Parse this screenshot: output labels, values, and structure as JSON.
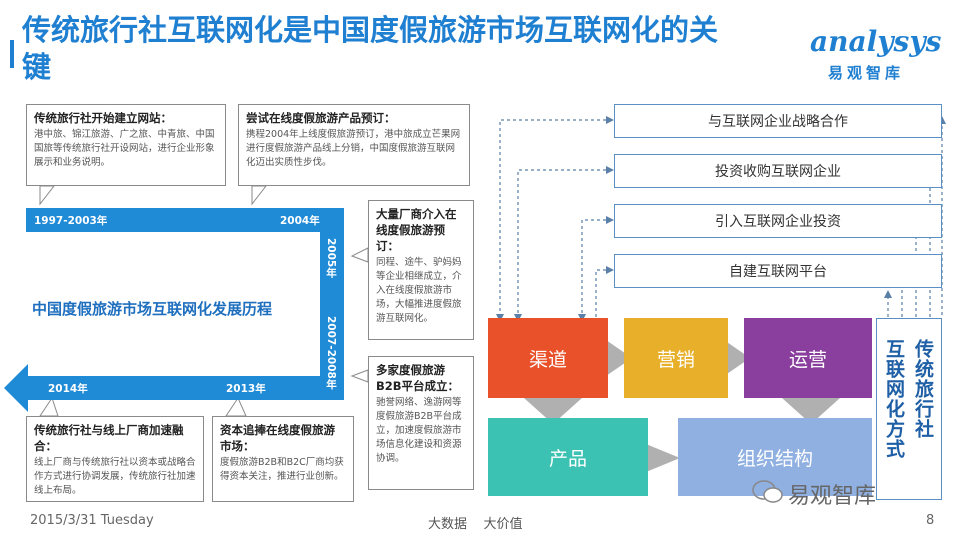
{
  "title": "传统旅行社互联网化是中国度假旅游市场互联网化的关键",
  "logo": {
    "word": "analysys",
    "cn": "易观智库"
  },
  "callouts": {
    "c1": {
      "head": "传统旅行社开始建立网站：",
      "body": "港中旅、锦江旅游、广之旅、中青旅、中国国旅等传统旅行社开设网站，进行企业形象展示和业务说明。"
    },
    "c2": {
      "head": "尝试在线度假旅游产品预订：",
      "body": "携程2004年上线度假旅游预订，港中旅成立芒果网进行度假旅游产品线上分销，中国度假旅游互联网化迈出实质性步伐。"
    },
    "c3": {
      "head": "大量厂商介入在线度假旅游预订：",
      "body": "同程、途牛、驴妈妈等企业相继成立，介入在线度假旅游市场，大幅推进度假旅游互联网化。"
    },
    "c4": {
      "head": "多家度假旅游B2B平台成立：",
      "body": "驰誉网络、逸游网等度假旅游B2B平台成立，加速度假旅游市场信息化建设和资源协调。"
    },
    "c5": {
      "head": "传统旅行社与线上厂商加速融合：",
      "body": "线上厂商与传统旅行社以资本或战略合作方式进行协调发展，传统旅行社加速线上布局。"
    },
    "c6": {
      "head": "资本追捧在线度假旅游市场：",
      "body": "度假旅游B2B和B2C厂商均获得资本关注，推进行业创新。"
    }
  },
  "timeline": {
    "center": "中国度假旅游市场互联网化发展历程",
    "y1": "1997-2003年",
    "y2": "2004年",
    "y3": "2005年",
    "y4": "2007-2008年",
    "y5": "2013年",
    "y6": "2014年"
  },
  "right_boxes": [
    "与互联网企业战略合作",
    "投资收购互联网企业",
    "引入互联网企业投资",
    "自建互联网平台"
  ],
  "flow": {
    "channel": "渠道",
    "marketing": "营销",
    "operation": "运营",
    "product": "产品",
    "organization": "组织结构"
  },
  "vertical_label": [
    "传统旅行社",
    "互联网化方式"
  ],
  "colors": {
    "channel": "#e8512a",
    "marketing": "#e8b02a",
    "operation": "#8a3f9e",
    "product": "#3cc2b2",
    "organization": "#8fb0e0",
    "timeline": "#1f8ad6"
  },
  "footer": {
    "date": "2015/3/31 Tuesday",
    "center": "大数据    大价值",
    "page": "8"
  },
  "wechat": "易观智库"
}
